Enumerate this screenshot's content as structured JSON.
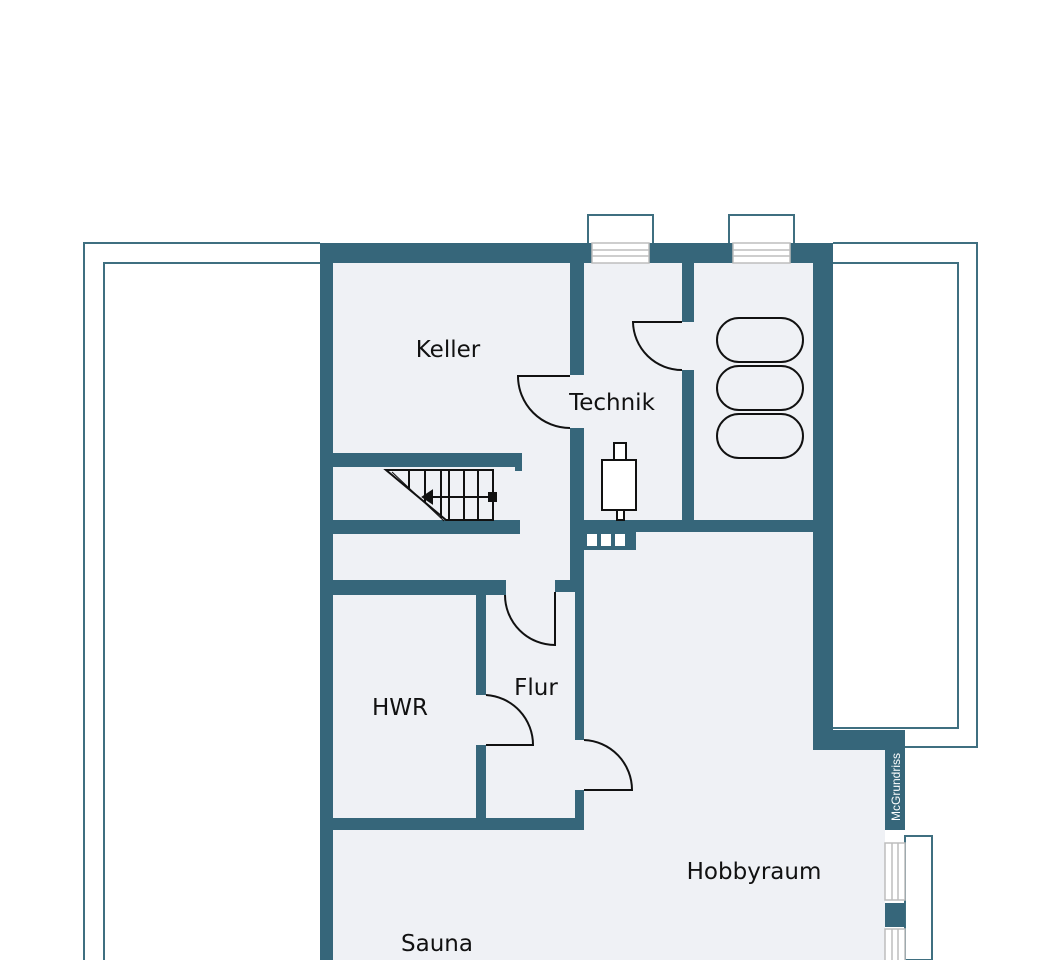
{
  "colors": {
    "wall": "#36667a",
    "floor": "#eff1f5",
    "outline": "#3f6f80",
    "line": "#111111",
    "window": "#bdbdbd"
  },
  "rooms": {
    "keller": "Keller",
    "technik": "Technik",
    "hwr": "HWR",
    "flur": "Flur",
    "hobbyraum": "Hobbyraum",
    "sauna": "Sauna"
  },
  "watermark": "McGrundriss"
}
